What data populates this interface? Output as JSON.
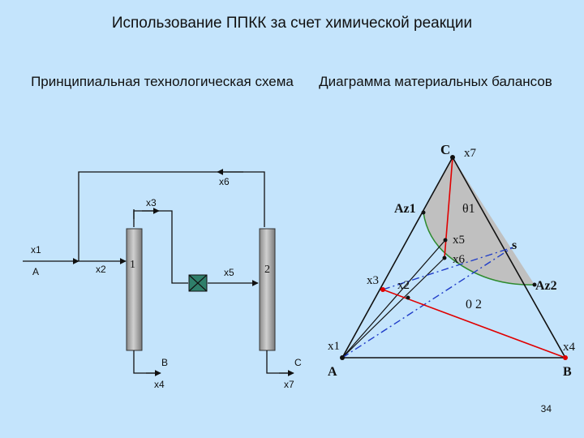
{
  "slide": {
    "title": "Использование ППКК за счет химической реакции",
    "left_heading": "Принципиальная технологическая схема",
    "right_heading": "Диаграмма материальных балансов",
    "page_number": "34"
  },
  "scheme": {
    "x1": "x1",
    "a": "A",
    "x2": "x2",
    "col1": "1",
    "x3": "x3",
    "x5": "x5",
    "col2": "2",
    "x6": "x6",
    "b": "B",
    "x4": "x4",
    "c": "C",
    "x7": "x7"
  },
  "triangle": {
    "c": "C",
    "x7": "x7",
    "az1": "Az1",
    "theta1": "θ1",
    "x5": "x5",
    "x6": "x6",
    "s": "s",
    "az2": "Az2",
    "x3": "x3",
    "x2": "x2",
    "theta2": "0 2",
    "x1": "x1",
    "a": "A",
    "x4": "x4",
    "b": "B"
  },
  "colors": {
    "background": "#c4e4fc",
    "region": "#c0c0c0",
    "red_line": "#e00000",
    "blue_line": "#1f3cc8",
    "green_curve": "#2e8b2e",
    "reactor": "#1e6e5a"
  }
}
